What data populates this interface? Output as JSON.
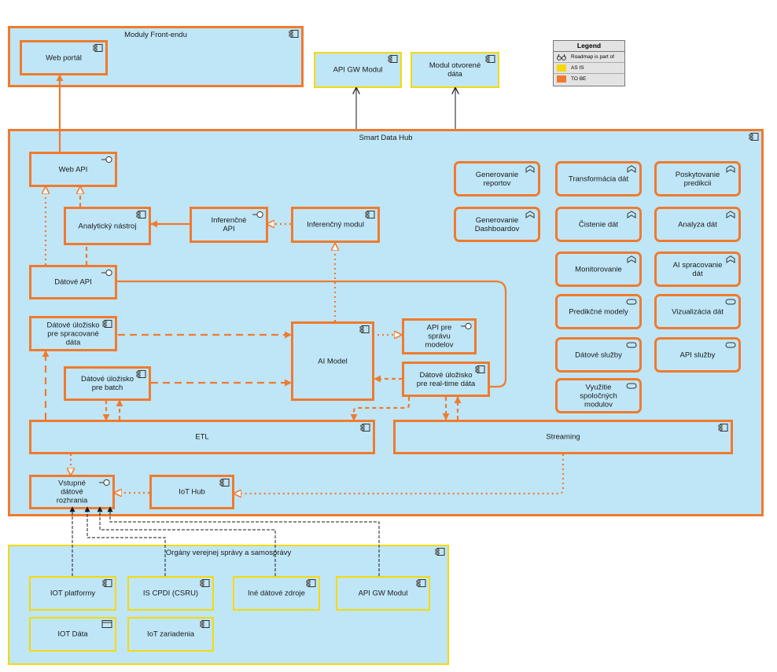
{
  "containers": {
    "frontend": "Moduly Front-endu",
    "hub": "Smart Data Hub",
    "gov": "Orgány verejnej správy a samosprávy"
  },
  "frontend_elements": {
    "web_portal": "Web portál"
  },
  "external_modules": {
    "api_gw": "API GW Modul",
    "open_data": "Modul otvorené\ndáta"
  },
  "legend": {
    "title": "Legend",
    "roadmap": "Roadmap is part of",
    "as_is": "AS IS",
    "to_be": "TO BE",
    "as_is_color": "#f5d90a",
    "to_be_color": "#f07a2e"
  },
  "hub_elements": {
    "web_api": "Web API",
    "analytic_tool": "Analytický nástroj",
    "inference_api": "Inferenčné\nAPI",
    "inference_module": "Inferenčný modul",
    "data_api": "Dátové API",
    "processed_storage": "Dátové úložisko\npre spracované\ndáta",
    "batch_storage": "Dátové úložisko\npre batch",
    "ai_model": "AI Model",
    "model_api": "API pre\nsprávu\nmodelov",
    "realtime_storage": "Dátové úložisko\npre real-time dáta",
    "etl": "ETL",
    "streaming": "Streaming",
    "input_interfaces": "Vstupné\ndátové\nrozhrania",
    "iot_hub": "IoT Hub"
  },
  "capabilities": [
    "Generovanie\nreportov",
    "Transformácia dát",
    "Poskytovanie\npredikcii",
    "Generovanie\nDashboardov",
    "Čistenie dát",
    "Analyza dát",
    "Monitorovanie",
    "AI spracovanie\ndát",
    "Predikčné modely",
    "Vizualizácia dát",
    "Dátové služby",
    "API služby",
    "Využitie\nspoločných\nmodulov"
  ],
  "gov_elements": {
    "iot_platforms": "IOT platformy",
    "is_cpdi": "IS CPDI (CSRU)",
    "other_sources": "Iné dátové zdroje",
    "api_gw": "API GW Modul",
    "iot_data": "IOT Dáta",
    "iot_devices": "IoT zariadenia"
  },
  "colors": {
    "hub_fill": "#bfe6f7",
    "to_be_border": "#f07a2e",
    "as_is_border": "#f5d90a"
  }
}
